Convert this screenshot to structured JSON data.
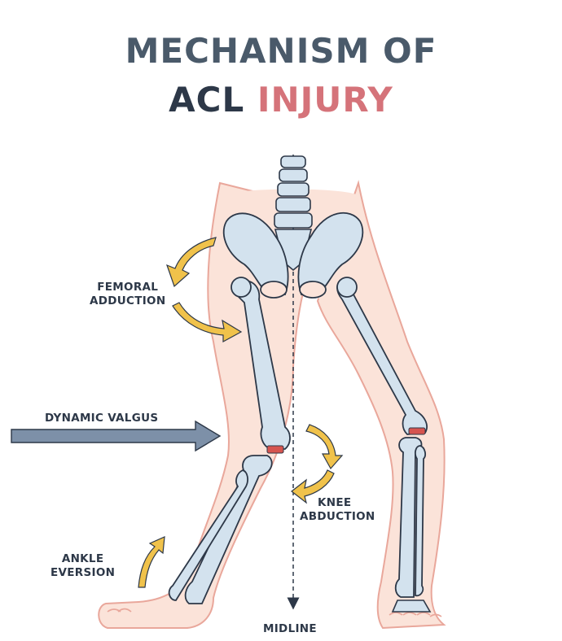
{
  "title": {
    "line1": "MECHANISM OF",
    "line2_part1": "ACL",
    "line2_part2": "INJURY"
  },
  "labels": {
    "femoral_adduction": [
      "FEMORAL",
      "ADDUCTION"
    ],
    "dynamic_valgus": "DYNAMIC VALGUS",
    "knee_abduction": [
      "KNEE",
      "ABDUCTION"
    ],
    "ankle_eversion": [
      "ANKLE",
      "EVERSION"
    ],
    "midline": "MIDLINE"
  },
  "colors": {
    "title_dark": "#2d3848",
    "title_gray": "#4a5a6a",
    "title_accent": "#d5737a",
    "skin": "#fbe3d9",
    "bone": "#d3e2ee",
    "outline": "#2d3848",
    "arrow_yellow": "#f0c24b",
    "valgus_arrow": "#7d90a8",
    "injury_red": "#d6544f"
  }
}
